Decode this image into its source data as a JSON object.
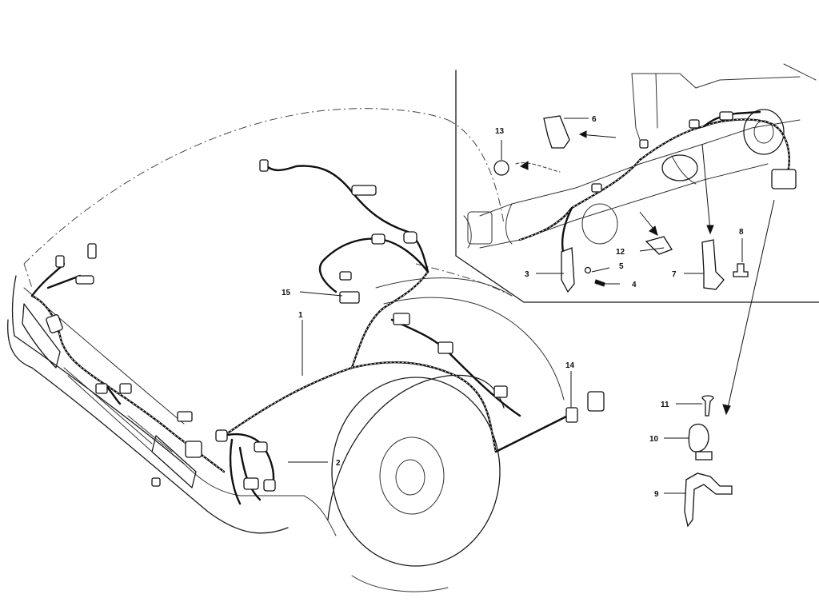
{
  "callouts": [
    {
      "id": "1",
      "label": "1"
    },
    {
      "id": "2",
      "label": "2"
    },
    {
      "id": "3",
      "label": "3"
    },
    {
      "id": "4",
      "label": "4"
    },
    {
      "id": "5",
      "label": "5"
    },
    {
      "id": "6",
      "label": "6"
    },
    {
      "id": "7",
      "label": "7"
    },
    {
      "id": "8",
      "label": "8"
    },
    {
      "id": "9",
      "label": "9"
    },
    {
      "id": "10",
      "label": "10"
    },
    {
      "id": "11",
      "label": "11"
    },
    {
      "id": "12",
      "label": "12"
    },
    {
      "id": "13",
      "label": "13"
    },
    {
      "id": "14",
      "label": "14"
    },
    {
      "id": "15",
      "label": "15"
    }
  ],
  "colors": {
    "ink": "#111111",
    "background": "#ffffff"
  }
}
